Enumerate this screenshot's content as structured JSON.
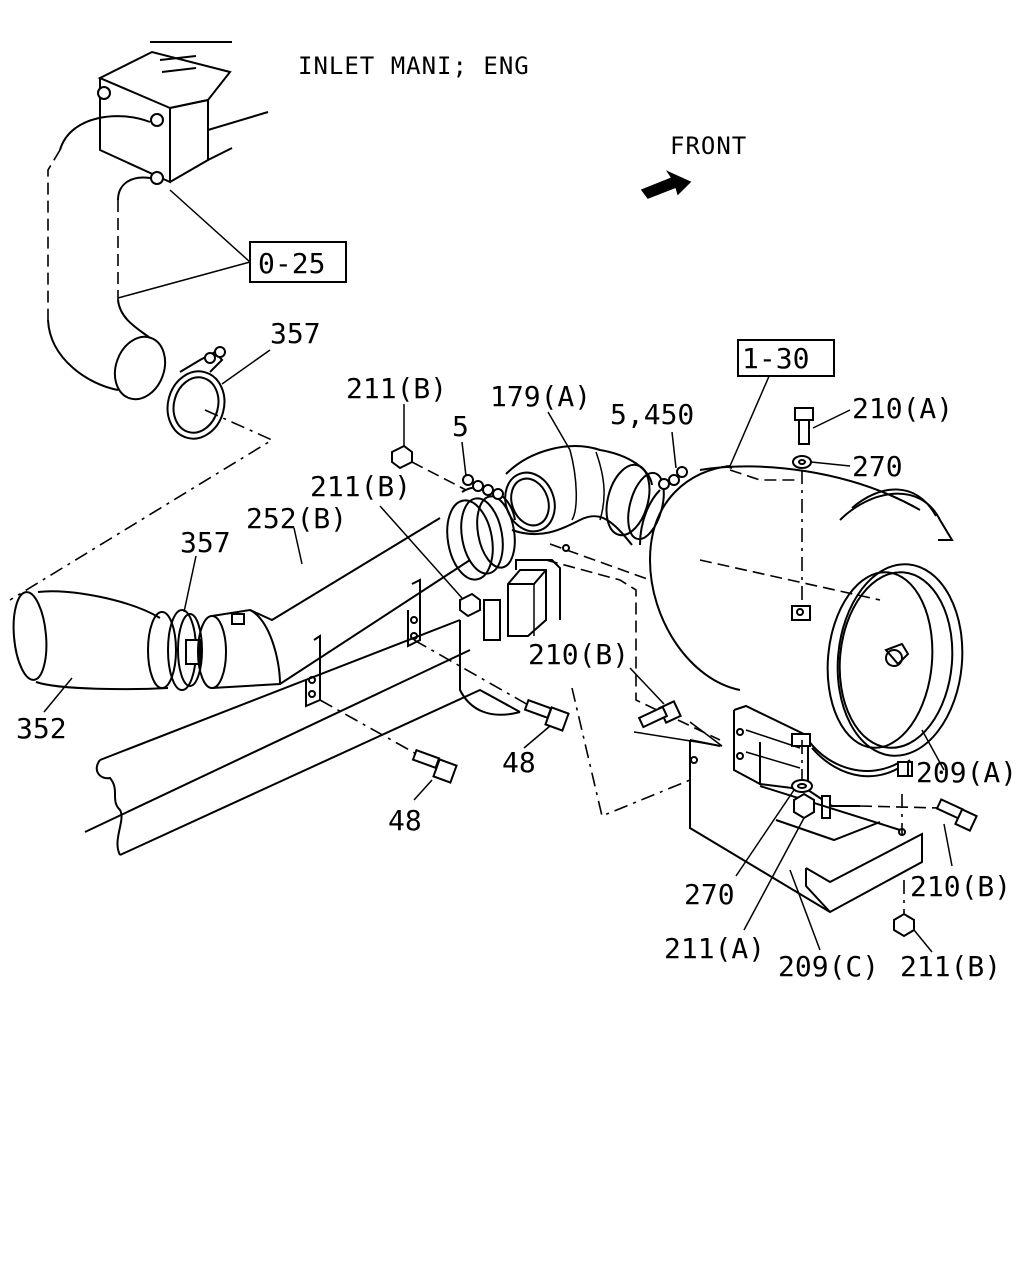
{
  "header": {
    "title": "INLET MANI; ENG"
  },
  "direction": {
    "label": "FRONT"
  },
  "references": {
    "ref_0_25": "0-25",
    "ref_1_30": "1-30"
  },
  "labels": {
    "p357_top": "357",
    "p211b_a": "211(B)",
    "p179a": "179(A)",
    "p5": "5",
    "p5_450": "5,450",
    "p210a": "210(A)",
    "p270_top": "270",
    "p211b_b": "211(B)",
    "p357_left": "357",
    "p252b": "252(B)",
    "p210b_mid": "210(B)",
    "p352": "352",
    "p48_mid": "48",
    "p48_left": "48",
    "p209a": "209(A)",
    "p210b_right": "210(B)",
    "p270_bot": "270",
    "p211a": "211(A)",
    "p209c": "209(C)",
    "p211b_c": "211(B)"
  }
}
